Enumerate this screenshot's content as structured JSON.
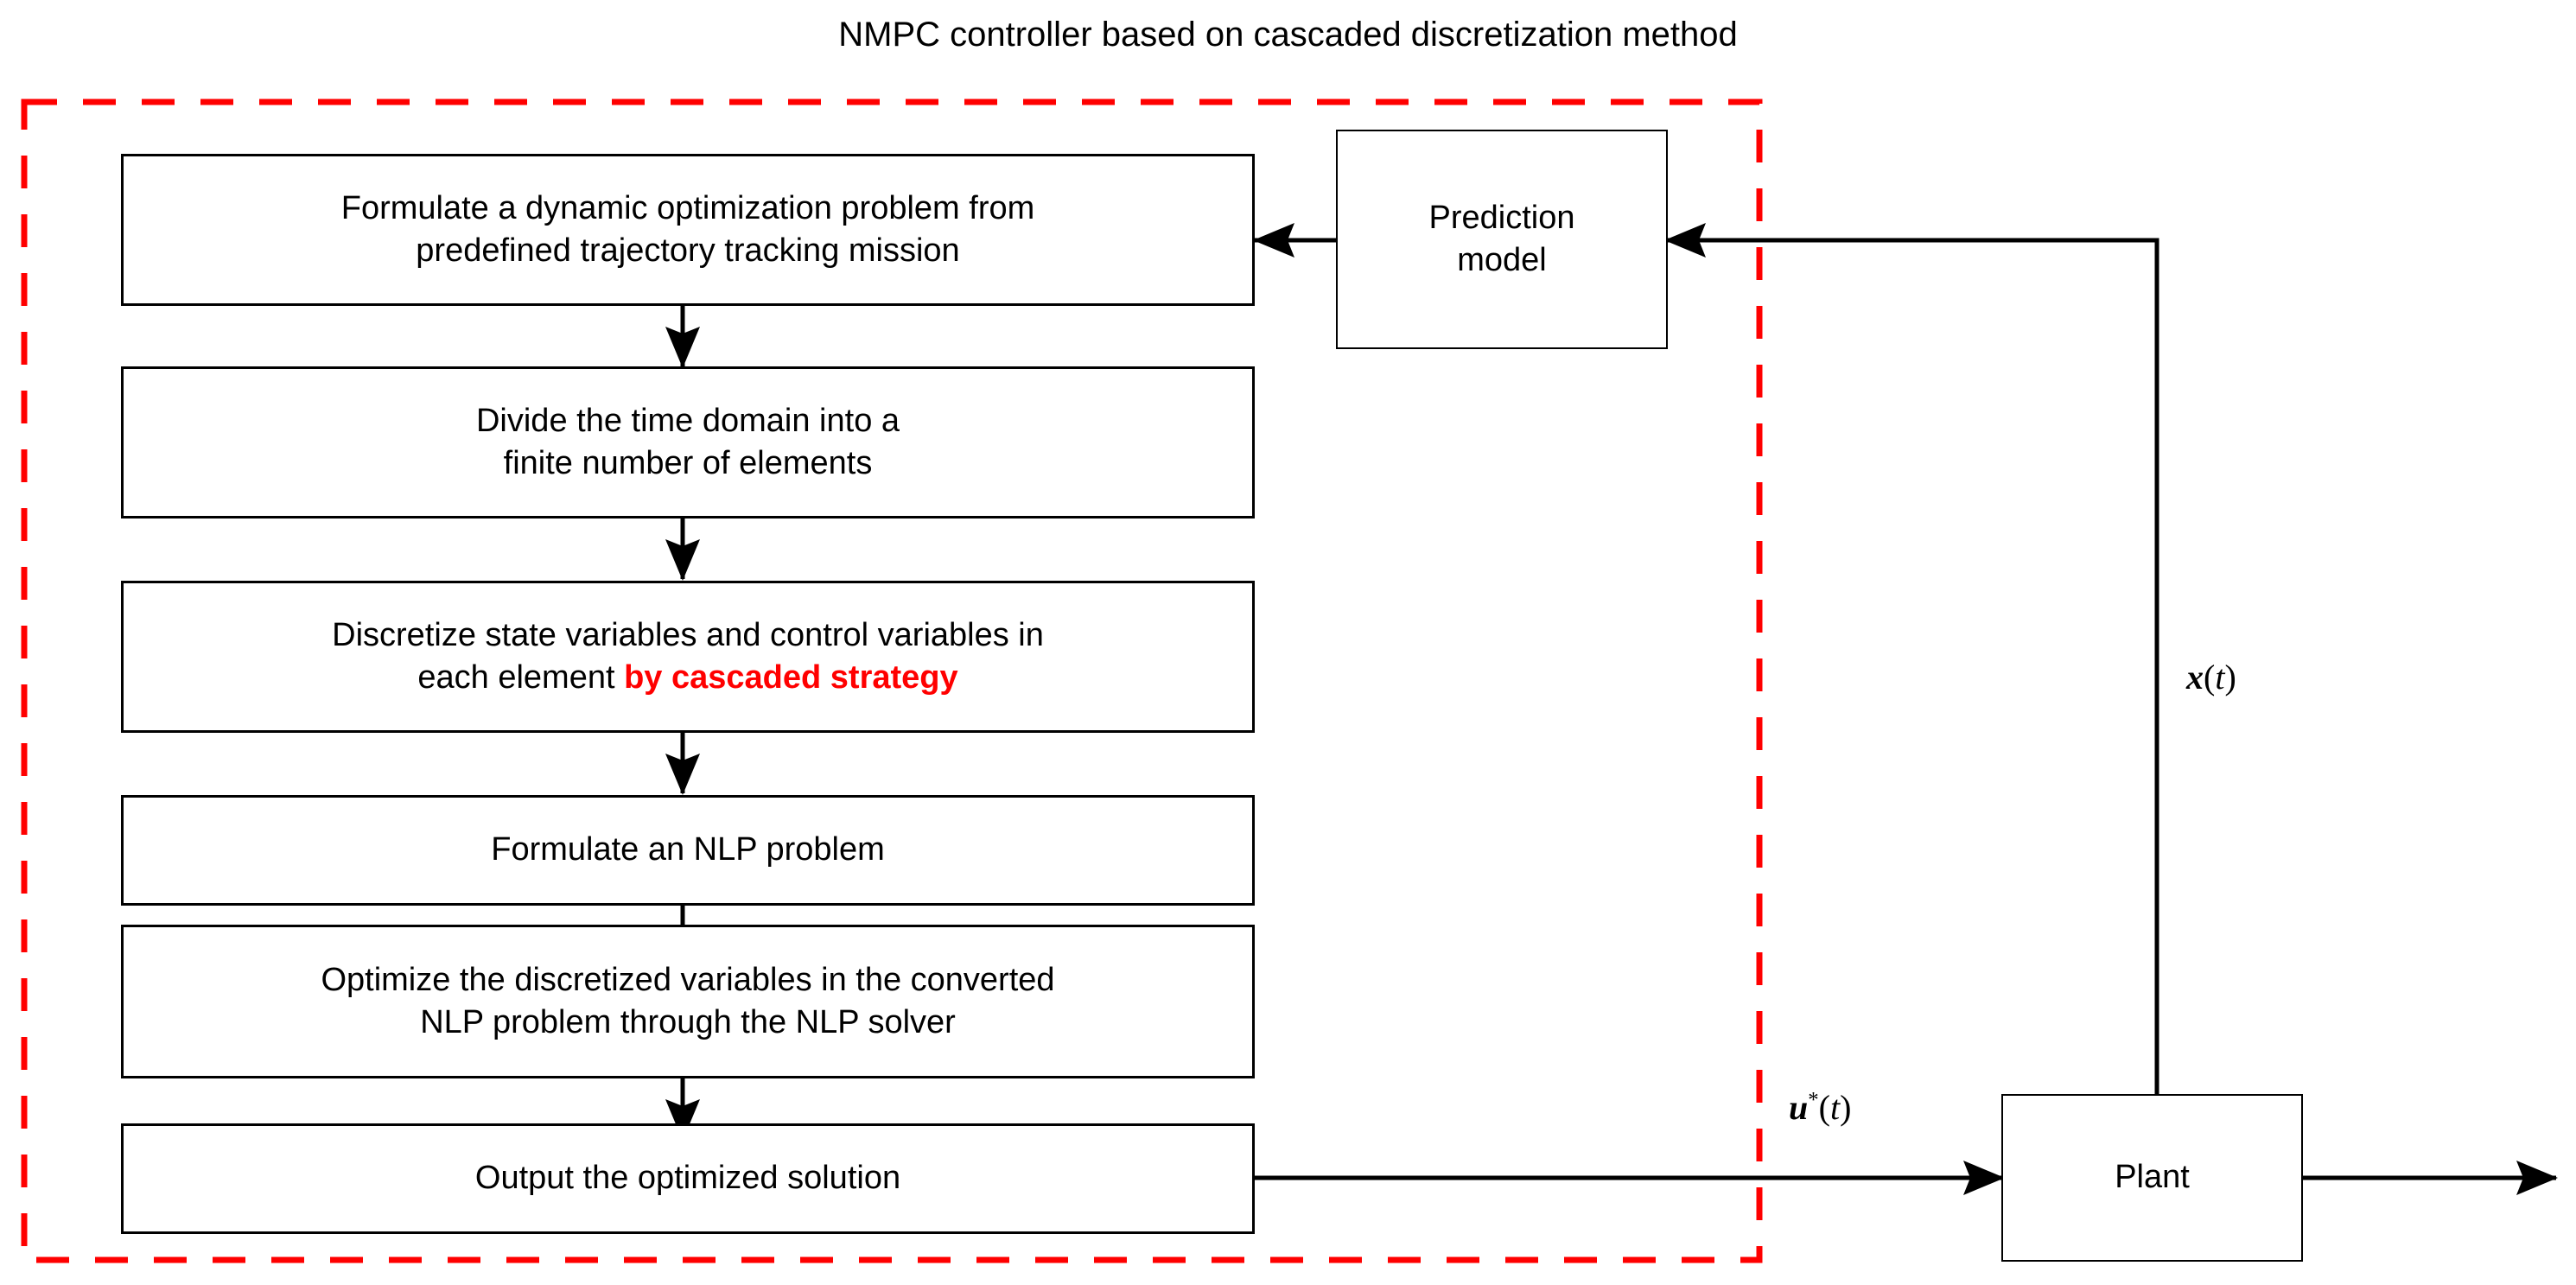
{
  "figure": {
    "title": "NMPC controller based on cascaded discretization method",
    "colors": {
      "controller_boundary": "#ff0000",
      "box_stroke": "#000000",
      "arrow": "#000000",
      "highlight_text": "#ff0000",
      "background": "#ffffff"
    }
  },
  "controller_group": {
    "name": "NMPC controller",
    "boundary_style": "dashed",
    "steps": [
      {
        "id": "step-1",
        "text_line_1": "Formulate a dynamic optimization problem from",
        "text_line_2": "predefined trajectory tracking mission"
      },
      {
        "id": "step-2",
        "text_line_1": "Divide the time domain into a",
        "text_line_2": "finite number of elements"
      },
      {
        "id": "step-3",
        "text_line_1": "Discretize state variables and control variables in",
        "text_line_2_plain": "each element ",
        "text_line_2_highlight": "by cascaded strategy"
      },
      {
        "id": "step-4",
        "text_line_1": "Formulate an NLP problem",
        "text_line_2": ""
      },
      {
        "id": "step-5",
        "text_line_1": "Optimize the discretized variables in the converted",
        "text_line_2": "NLP problem through the NLP solver"
      },
      {
        "id": "step-6",
        "text_line_1": "Output the optimized solution",
        "text_line_2": ""
      }
    ]
  },
  "blocks": {
    "prediction_model": {
      "line_1": "Prediction",
      "line_2": "model"
    },
    "plant": {
      "label": "Plant"
    }
  },
  "signals": {
    "control_input": {
      "symbol": "u",
      "superscript": "*",
      "argument": "t",
      "display": "u*(t)"
    },
    "state_feedback": {
      "symbol": "x",
      "argument": "t",
      "display": "x(t)"
    }
  }
}
